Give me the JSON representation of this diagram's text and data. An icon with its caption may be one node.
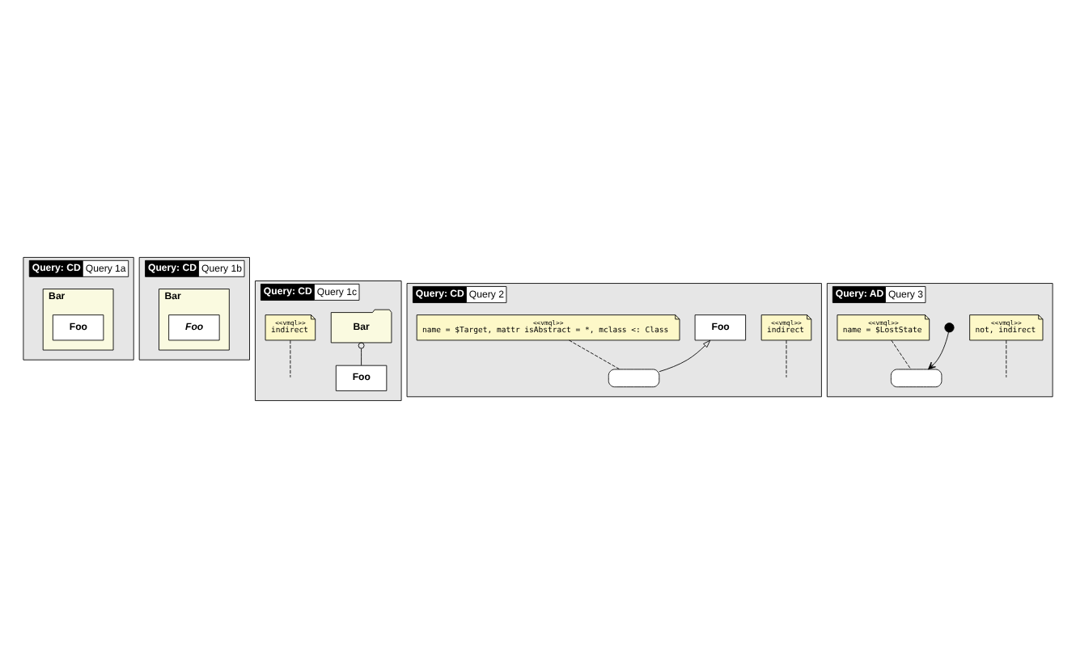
{
  "diagram": {
    "nodes": [
      {
        "text": [
          "Query: CD",
          "Query 1a"
        ]
      },
      {
        "text": [
          "Bar"
        ],
        "in": 0
      },
      {
        "text": [
          "Foo"
        ],
        "in": 1
      },
      {
        "text": [
          "Query: CD",
          "Query 1b"
        ]
      },
      {
        "text": [
          "Bar"
        ],
        "in": 3
      },
      {
        "text": [
          "Foo"
        ],
        "in": 4
      },
      {
        "text": [
          "Query: CD",
          "Query 1c"
        ]
      },
      {
        "text": [
          "Bar"
        ],
        "in": 6
      },
      {
        "text": [
          "Foo"
        ],
        "in": 6
      },
      {
        "text": [
          "<<vmql>>",
          "indirect"
        ],
        "in": 6
      },
      {
        "text": [
          "Query: CD",
          "Query 2"
        ]
      },
      {
        "text": [
          "Foo"
        ],
        "in": 10
      },
      {
        "text": [],
        "shape": "box",
        "in": 10
      },
      {
        "text": [
          "<<vmql>>",
          "indirect"
        ],
        "in": 10
      },
      {
        "text": [
          "<<vmql>>",
          "name = $Target, mattr isAbstract = *, mclass <: Class"
        ],
        "in": 10
      },
      {
        "text": [
          "Query: AD",
          "Query 3"
        ]
      },
      {
        "text": [],
        "shape": "circle",
        "in": 15
      },
      {
        "text": [],
        "shape": "box",
        "in": 15
      },
      {
        "text": [
          "<<vmql>>",
          "not, indirect"
        ],
        "in": 15
      },
      {
        "text": [
          "<<vmql>>",
          "name = $LostState"
        ],
        "in": 15
      }
    ],
    "edges": [
      {
        "from": 8,
        "to": 7,
        "arrow": "other"
      },
      {
        "from": 9,
        "to": null,
        "arrow": "none",
        "style": "dashed"
      },
      {
        "from": 12,
        "to": 11,
        "arrow": "to"
      },
      {
        "from": 13,
        "to": null,
        "arrow": "none",
        "style": "dashed"
      },
      {
        "from": 14,
        "to": 12,
        "arrow": "none",
        "style": "dashed"
      },
      {
        "from": 16,
        "to": 17,
        "arrow": "to"
      },
      {
        "from": 18,
        "to": null,
        "arrow": "none",
        "style": "dashed"
      },
      {
        "from": 19,
        "to": 17,
        "arrow": "none",
        "style": "dashed"
      }
    ]
  }
}
